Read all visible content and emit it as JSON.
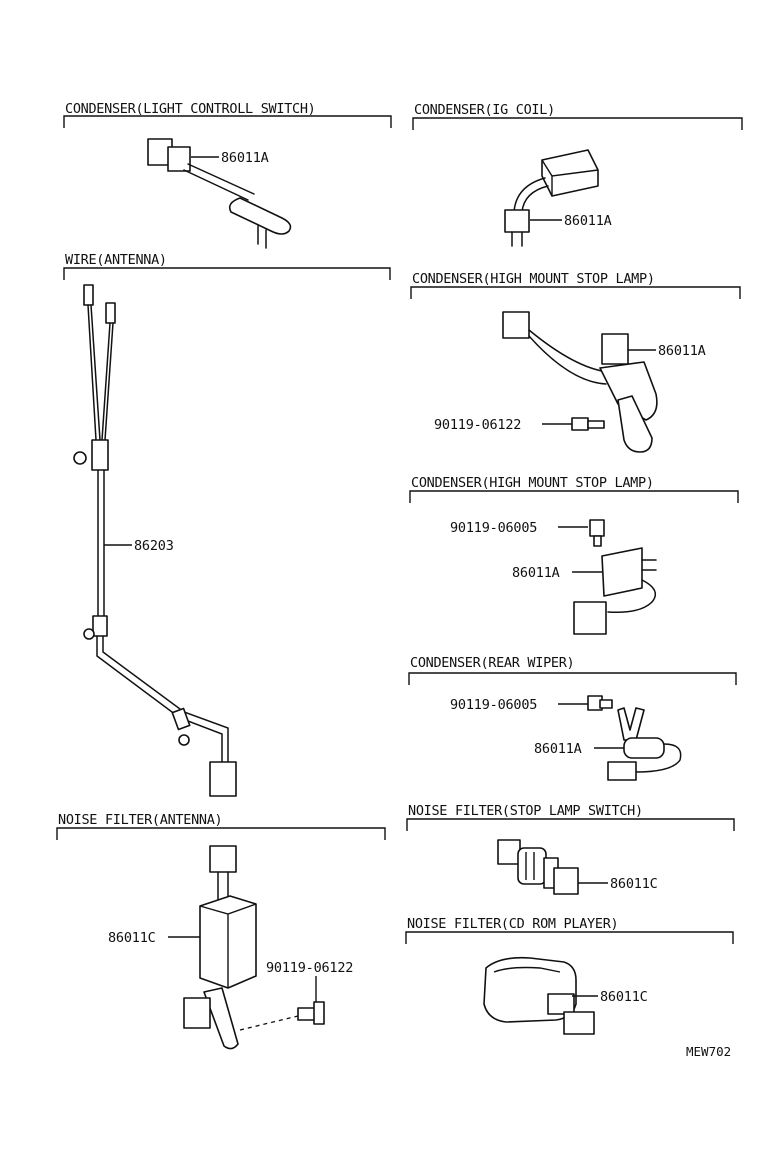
{
  "sections": {
    "light_switch": {
      "title": "CONDENSER(LIGHT CONTROLL SWITCH)",
      "part": "86011A"
    },
    "wire_antenna": {
      "title": "WIRE(ANTENNA)",
      "part": "86203"
    },
    "noise_antenna": {
      "title": "NOISE FILTER(ANTENNA)",
      "filter": "86011C",
      "bolt": "90119-06122"
    },
    "ig_coil": {
      "title": "CONDENSER(IG COIL)",
      "part": "86011A"
    },
    "stop_lamp_1": {
      "title": "CONDENSER(HIGH MOUNT STOP LAMP)",
      "part": "86011A",
      "bolt": "90119-06122"
    },
    "stop_lamp_2": {
      "title": "CONDENSER(HIGH MOUNT STOP LAMP)",
      "bolt": "90119-06005",
      "part": "86011A"
    },
    "rear_wiper": {
      "title": "CONDENSER(REAR WIPER)",
      "bolt": "90119-06005",
      "part": "86011A"
    },
    "stop_switch": {
      "title": "NOISE FILTER(STOP LAMP SWITCH)",
      "part": "86011C"
    },
    "cd_rom": {
      "title": "NOISE FILTER(CD ROM PLAYER)",
      "part": "86011C"
    }
  },
  "diagram_code": "MEW702"
}
